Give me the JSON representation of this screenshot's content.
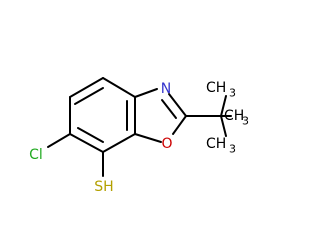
{
  "molecule": {
    "atoms": {
      "nitrogen": "N",
      "oxygen": "O",
      "chlorine": "Cl",
      "thiol": "SH",
      "subscript_1": "CH",
      "subscript_1_n": "3",
      "subscript_2": "CH",
      "subscript_2_n": "3",
      "subscript_3": "CH",
      "subscript_3_n": "3"
    },
    "colors": {
      "bond": "#000000",
      "nitrogen": "#3333cc",
      "oxygen": "#cc0000",
      "chlorine": "#22aa22",
      "sulfur": "#b3a000",
      "label": "#000000"
    }
  }
}
